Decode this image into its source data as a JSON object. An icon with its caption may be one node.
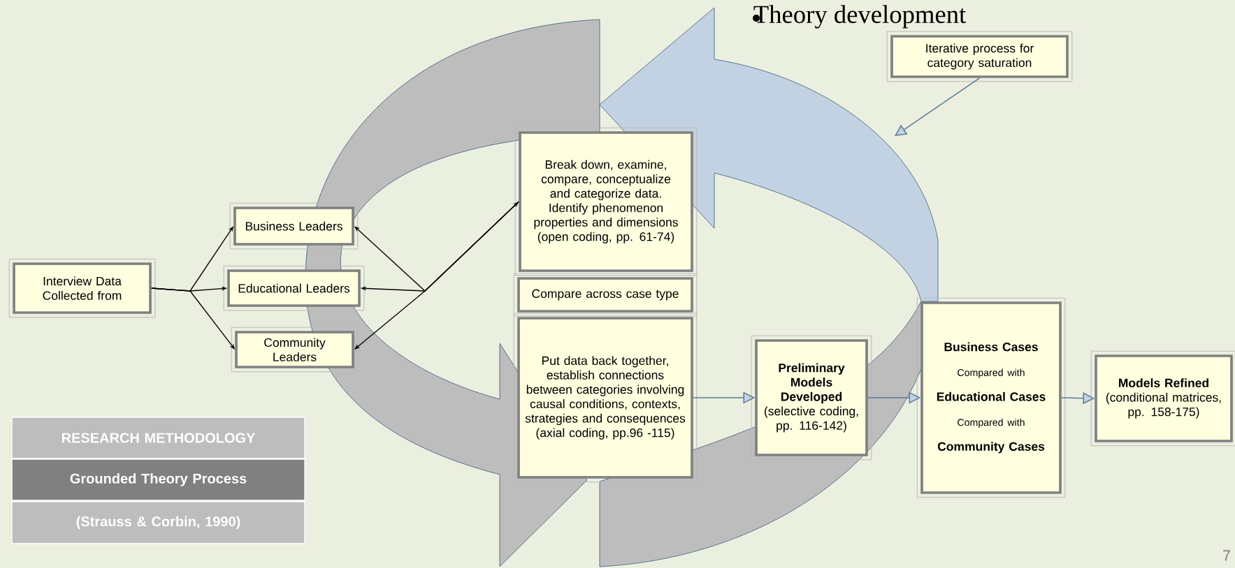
{
  "diagram": {
    "nodes": [
      {
        "text": [
          "Interview Data Collected from"
        ]
      },
      {
        "text": [
          "Business Leaders"
        ]
      },
      {
        "text": [
          "Educational Leaders"
        ]
      },
      {
        "text": [
          "Community Leaders"
        ]
      },
      {
        "text": [
          "Break down, examine, compare, conceptualize and categorize data. Identify phenomenon properties and dimensions (open coding, pp. 61-74)"
        ]
      },
      {
        "text": [
          "Compare across case type"
        ]
      },
      {
        "text": [
          "Put data back together, establish connections between categories involving causal conditions, contexts, strategies and consequences (axial coding, pp.96 -115)"
        ]
      },
      {
        "text": [
          "Preliminary Models Developed",
          "(selective coding, pp. 116-142)"
        ]
      },
      {
        "text": [
          "Business Cases",
          "Compared with",
          "Educational Cases",
          "Compared with",
          "Community Cases"
        ]
      },
      {
        "text": [
          "Models Refined",
          "(conditional matrices, pp. 158-175)"
        ]
      },
      {
        "text": [
          "Iterative process for category saturation"
        ]
      },
      {
        "text": [
          "RESEARCH METHODOLOGY"
        ]
      },
      {
        "text": [
          "Grounded Theory Process"
        ]
      },
      {
        "text": [
          "(Strauss & Corbin, 1990)"
        ]
      }
    ],
    "edges": [
      {
        "from": 0,
        "to": 1,
        "arrow": "to"
      },
      {
        "from": 0,
        "to": 2,
        "arrow": "to"
      },
      {
        "from": 0,
        "to": 3,
        "arrow": "to"
      },
      {
        "from": 4,
        "to": 1,
        "arrow": "both"
      },
      {
        "from": 4,
        "to": 2,
        "arrow": "to"
      },
      {
        "from": 4,
        "to": 3,
        "arrow": "to"
      },
      {
        "from": 6,
        "to": 7,
        "arrow": "to",
        "color": "#5b7a99"
      },
      {
        "from": 7,
        "to": 8,
        "arrow": "to",
        "color": "#5b7a99"
      },
      {
        "from": 8,
        "to": 9,
        "arrow": "to",
        "color": "#5b7a99"
      },
      {
        "from": 10,
        "to": null,
        "arrow": "to",
        "color": "#5b7a99"
      }
    ],
    "labels": [
      "Theory development",
      "7"
    ]
  }
}
